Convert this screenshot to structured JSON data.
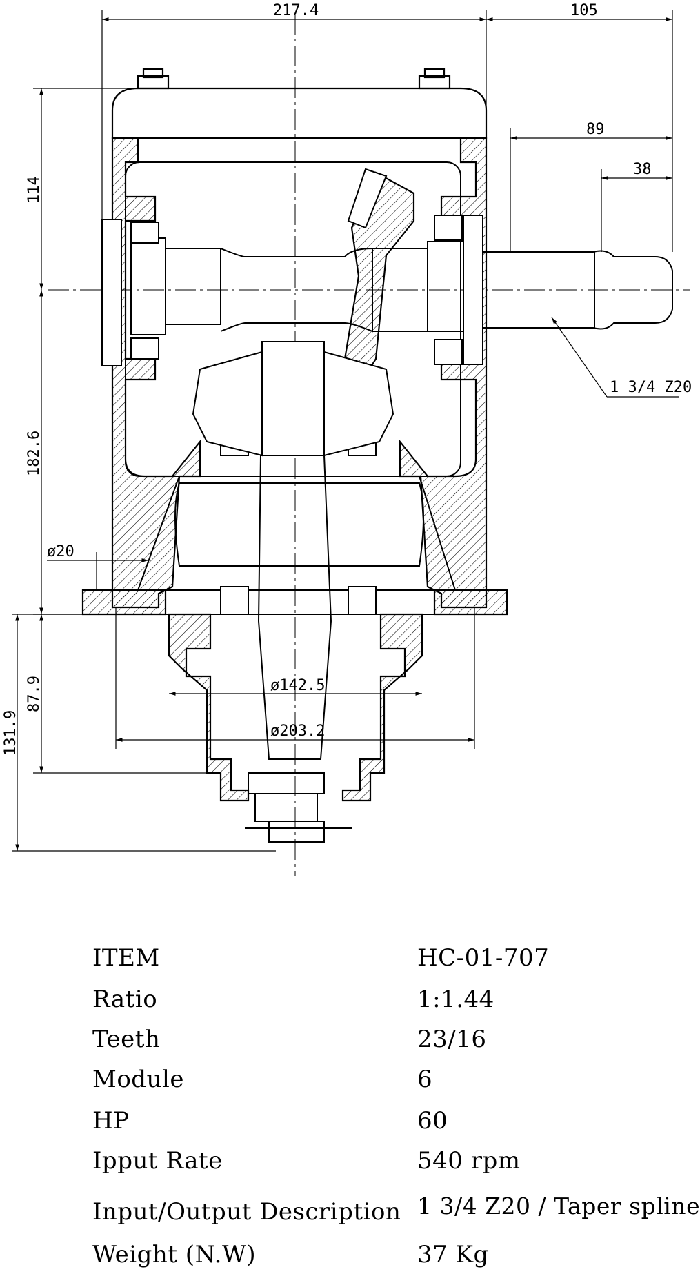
{
  "drawing": {
    "dimensions": {
      "overall_width": "217.4",
      "shaft_extension": "105",
      "spline_length": "89",
      "spline_end": "38",
      "upper_height": "114",
      "lower_height": "182.6",
      "hole_dia": "ø20",
      "flange_height": "87.9",
      "bottom_height": "131.9",
      "bolt_circle_inner": "ø142.5",
      "bolt_circle_outer": "ø203.2",
      "spline_callout": "1 3/4 Z20"
    }
  },
  "specs": [
    {
      "label": "ITEM",
      "value": "HC-01-707"
    },
    {
      "label": "Ratio",
      "value": "1:1.44"
    },
    {
      "label": "Teeth",
      "value": "23/16"
    },
    {
      "label": "Module",
      "value": "6"
    },
    {
      "label": "HP",
      "value": "60"
    },
    {
      "label": "Ipput Rate",
      "value": "540 rpm"
    },
    {
      "label": "Input/Output Description",
      "value": "1 3/4 Z20 / Taper spline"
    },
    {
      "label": "Weight (N.W)",
      "value": "37 Kg"
    }
  ]
}
